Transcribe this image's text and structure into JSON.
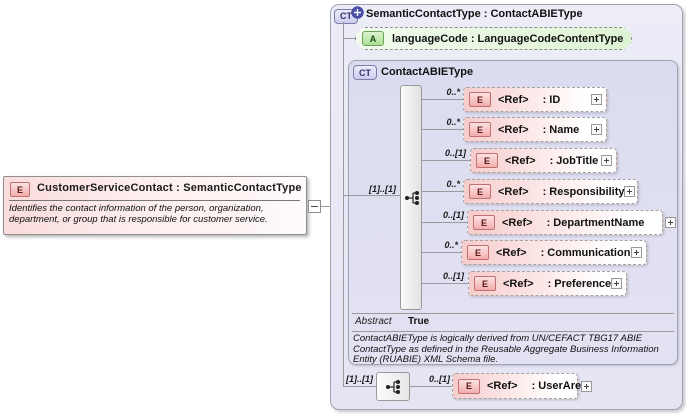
{
  "global_element": {
    "badge": "E",
    "title": "CustomerServiceContact : SemanticContactType",
    "annotation": "Identifies the contact information of the person, organization, department, or group that is responsible for customer service."
  },
  "outer_type": {
    "badge": "CT",
    "title": "SemanticContactType : ContactABIEType"
  },
  "attribute": {
    "badge": "A",
    "label": "languageCode : LanguageCodeContentType"
  },
  "inner_type": {
    "badge": "CT",
    "title": "ContactABIEType",
    "sequence_cardinality": "[1]..[1]",
    "elements": [
      {
        "badge": "E",
        "cardinality": "0..*",
        "ref": "<Ref>",
        "type": ": ID"
      },
      {
        "badge": "E",
        "cardinality": "0..*",
        "ref": "<Ref>",
        "type": ": Name"
      },
      {
        "badge": "E",
        "cardinality": "0..[1]",
        "ref": "<Ref>",
        "type": ": JobTitle"
      },
      {
        "badge": "E",
        "cardinality": "0..*",
        "ref": "<Ref>",
        "type": ": Responsibility"
      },
      {
        "badge": "E",
        "cardinality": "0..[1]",
        "ref": "<Ref>",
        "type": ": DepartmentName"
      },
      {
        "badge": "E",
        "cardinality": "0..*",
        "ref": "<Ref>",
        "type": ": Communication"
      },
      {
        "badge": "E",
        "cardinality": "0..[1]",
        "ref": "<Ref>",
        "type": ": Preference"
      }
    ],
    "abstract_label": "Abstract",
    "abstract_value": "True",
    "annotation": "ContactABIEType is logically derived from UN/CEFACT TBG17 ABIE ContactType as defined in the Reusable Aggregate Business Information Entity (RUABIE) XML Schema file."
  },
  "bottom_sequence": {
    "cardinality": "[1]..[1]",
    "element": {
      "badge": "E",
      "cardinality": "0..[1]",
      "ref": "<Ref>",
      "type": ": UserArea"
    }
  },
  "colors": {
    "element_pink": "#f6cccc",
    "attribute_green": "#def3d4",
    "type_lavender": "#dcdcf0",
    "connector_gray": "#9a9a9a"
  }
}
